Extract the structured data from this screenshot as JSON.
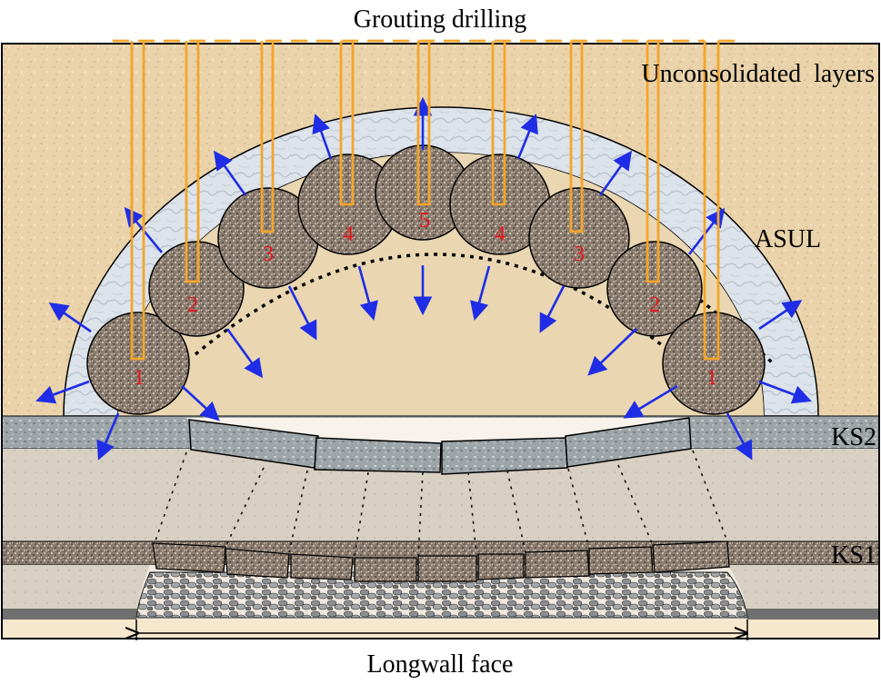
{
  "labels": {
    "top": "Grouting drilling",
    "unconsolidated": "Unconsolidated  layers",
    "asul": "ASUL",
    "ks2": "KS2",
    "ks1": "KS1",
    "bottom": "Longwall face"
  },
  "grout_zones": [
    "1",
    "2",
    "3",
    "4",
    "5",
    "4",
    "3",
    "2",
    "1"
  ],
  "colors": {
    "background": "#e9d4ae",
    "asul": "#dfe6ee",
    "grout": "#8a7b6e",
    "drill": "#f3a52a",
    "arrow": "#1f2de6",
    "zone_number": "#e8141b",
    "key_stratum": "#9aa3a7"
  }
}
